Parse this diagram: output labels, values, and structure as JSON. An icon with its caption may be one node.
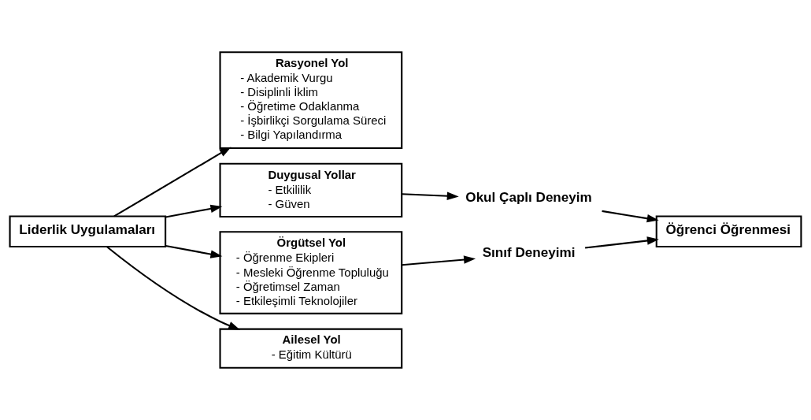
{
  "diagram": {
    "nodes": [
      {
        "text": [
          "Liderlik Uygulamaları"
        ]
      },
      {
        "text": [
          "Rasyonel Yol",
          "- Akademik Vurgu",
          "- Disiplinli İklim",
          "- Öğretime Odaklanma",
          "- İşbirlikçi Sorgulama Süreci",
          "- Bilgi Yapılandırma"
        ]
      },
      {
        "text": [
          "Duygusal Yollar",
          "- Etkililik",
          "- Güven"
        ]
      },
      {
        "text": [
          "Örgütsel Yol",
          "- Öğrenme Ekipleri",
          "- Mesleki Öğrenme Topluluğu",
          "- Öğretimsel Zaman",
          "- Etkileşimli Teknolojiler"
        ]
      },
      {
        "text": [
          "Ailesel Yol",
          "- Eğitim Kültürü"
        ]
      },
      {
        "text": [
          "Okul Çaplı Deneyim"
        ]
      },
      {
        "text": [
          "Sınıf Deneyimi"
        ]
      },
      {
        "text": [
          "Öğrenci Öğrenmesi"
        ]
      }
    ],
    "edges": [
      {
        "from": 0,
        "to": 1,
        "arrow": "to"
      },
      {
        "from": 0,
        "to": 2,
        "arrow": "to"
      },
      {
        "from": 0,
        "to": 3,
        "arrow": "to"
      },
      {
        "from": 0,
        "to": 4,
        "arrow": "to"
      },
      {
        "from": 2,
        "to": 5,
        "arrow": "to"
      },
      {
        "from": 3,
        "to": 6,
        "arrow": "to"
      },
      {
        "from": 5,
        "to": 7,
        "arrow": "to"
      },
      {
        "from": 6,
        "to": 7,
        "arrow": "to"
      }
    ]
  }
}
